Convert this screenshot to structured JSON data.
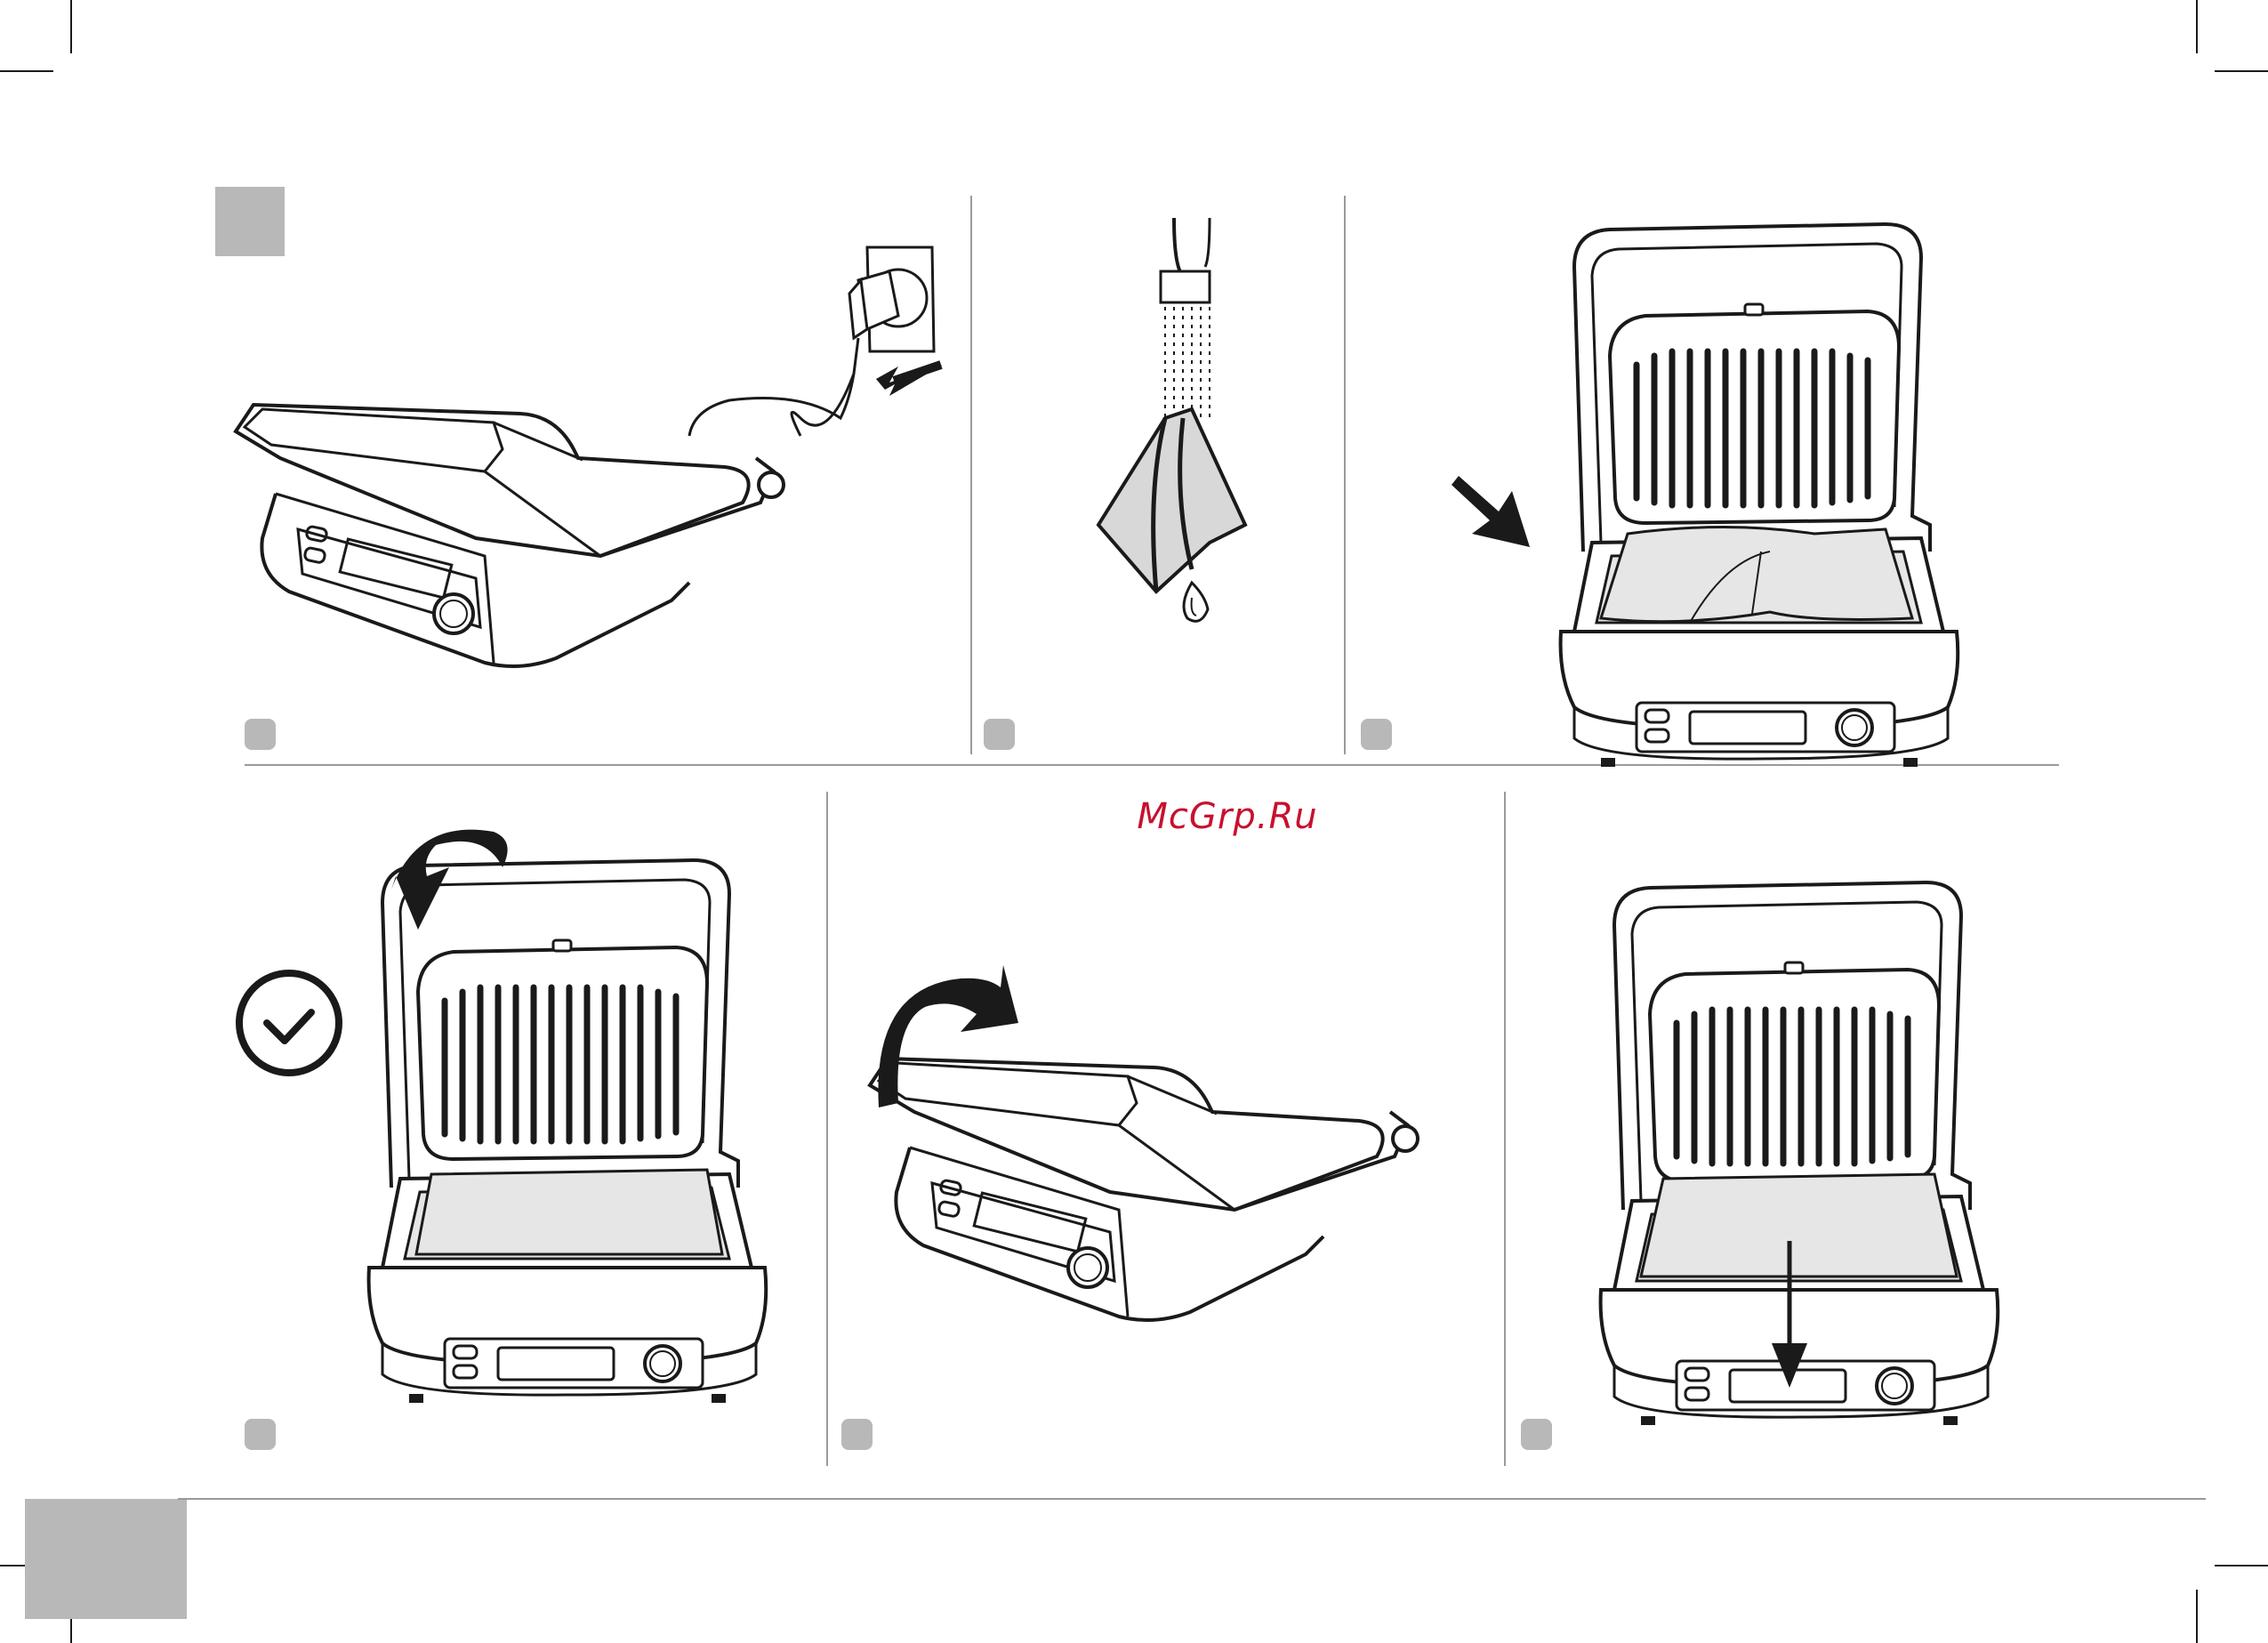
{
  "watermark": {
    "text": "McGrp.Ru",
    "color": "#c8102e"
  },
  "colors": {
    "line": "#1a1a1a",
    "tab_gray": "#b8b8b8",
    "plate_fill": "#e6e6e6",
    "divider": "#9a9a9a"
  },
  "panels": [
    {
      "id": "step-1",
      "scene": "plug-unplugged-closed-grill"
    },
    {
      "id": "step-2",
      "scene": "cloth-under-tap"
    },
    {
      "id": "step-3",
      "scene": "wipe-lower-plate"
    },
    {
      "id": "step-4",
      "scene": "open-grill-check"
    },
    {
      "id": "step-5",
      "scene": "close-lid"
    },
    {
      "id": "step-6",
      "scene": "drip-tray-slide-out"
    }
  ],
  "icons": [
    "check-circle-icon",
    "curved-arrow-icon",
    "arrow-icon",
    "water-tap-icon",
    "plug-icon"
  ]
}
